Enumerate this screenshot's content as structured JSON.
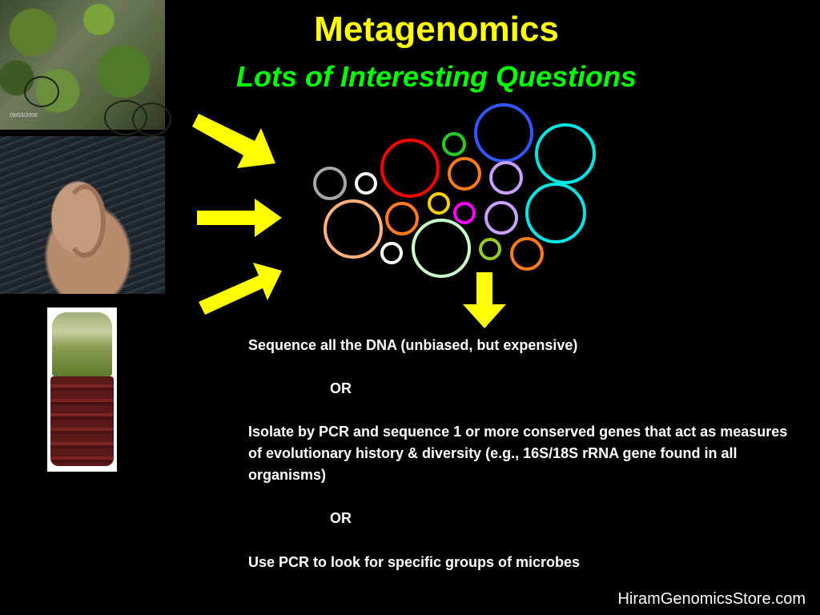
{
  "slide": {
    "title": "Metagenomics",
    "subtitle": "Lots of Interesting Questions",
    "photos": {
      "rock_date": "09/03/2006"
    },
    "body": {
      "line1": "Sequence all the DNA (unbiased, but expensive)",
      "or1": "OR",
      "line2": "Isolate by PCR and sequence 1 or more conserved genes that act as measures of evolutionary history & diversity  (e.g., 16S/18S rRNA gene found in all organisms)",
      "or2": "OR",
      "line3": "Use PCR to look for specific groups of microbes"
    },
    "watermark": "HiramGenomicsStore.com"
  },
  "colors": {
    "background": "#000000",
    "title": "#ffff00",
    "subtitle": "#00ff00",
    "arrow": "#ffff00",
    "body_text": "#ffffff",
    "circle_palette": [
      "#ff0000",
      "#3355ff",
      "#00e5e5",
      "#22cc22",
      "#ff7a1a",
      "#c9a0ff",
      "#a6a6a6",
      "#ffffff",
      "#ffd000",
      "#ff00ff",
      "#ffb27a",
      "#c8ffc8",
      "#99cc22"
    ]
  }
}
